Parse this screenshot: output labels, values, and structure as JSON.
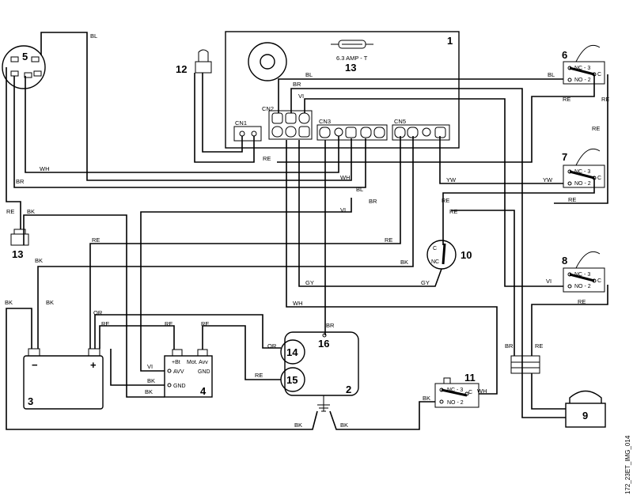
{
  "components": {
    "pcb": "1",
    "motor": "2",
    "battery": "3",
    "module": "4",
    "key_switch": "5",
    "switch_6": "6",
    "switch_7": "7",
    "switch_8": "8",
    "switch_9": "9",
    "switch_10": "10",
    "switch_11": "11",
    "lamp": "12",
    "fuse": "13",
    "connector_13": "13",
    "terminal_14": "14",
    "terminal_15": "15",
    "terminal_16": "16"
  },
  "fuse_label": "6.3 AMP - T",
  "connectors": {
    "cn1": "CN1",
    "cn2": "CN2",
    "cn3": "CN3",
    "cn5": "CN5"
  },
  "switch_terms": {
    "nc": "NC - 3",
    "no": "NO - 2",
    "c": "C"
  },
  "sw10": {
    "c": "C",
    "nc": "NC"
  },
  "module_pins": {
    "bt": "+Bt",
    "mot": "Mot. Avv",
    "avv": "AVV",
    "gnd_l": "GND",
    "gnd_r": "GND"
  },
  "battery": {
    "neg": "−",
    "pos": "+"
  },
  "wire_labels": {
    "bl_top": "BL",
    "bl_right": "BL",
    "bl_mid": "BL",
    "br_cn2": "BR",
    "vi_cn2": "VI",
    "re_cn1": "RE",
    "re_sw6": "RE",
    "re_side": "RE",
    "re_sw7": "RE",
    "wh_left": "WH",
    "wh_right": "WH",
    "br_left": "BR",
    "br_mid": "BR",
    "yw_left": "YW",
    "yw_right": "YW",
    "re_conn": "RE",
    "bk_conn": "BK",
    "vi_mid": "VI",
    "re_sw10": "RE",
    "re_sw10b": "RE",
    "re_left": "RE",
    "re_cn5": "RE",
    "bk_left": "BK",
    "bk_sw10": "BK",
    "gy_left": "GY",
    "gy_right": "GY",
    "vi_sw8": "VI",
    "re_sw8": "RE",
    "wh_mid": "WH",
    "bk_bat1": "BK",
    "bk_bat2": "BK",
    "or_1": "OR",
    "re_1": "RE",
    "re_2": "RE",
    "re_3": "RE",
    "br_16": "BR",
    "or_14": "OR",
    "re_15": "RE",
    "vi_mod": "VI",
    "bk_mod1": "BK",
    "bk_mod2": "BK",
    "bk_bot1": "BK",
    "bk_bot2": "BK",
    "bk_sw11": "BK",
    "wh_sw11": "WH",
    "br_sw9": "BR",
    "re_sw9": "RE"
  },
  "image_code": "172_23ET_IMG_014"
}
